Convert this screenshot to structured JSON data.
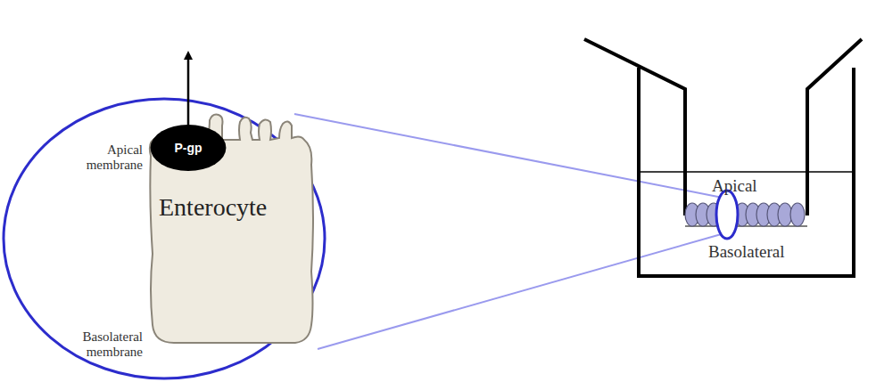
{
  "diagram": {
    "nodes": [
      {
        "text": [
          "P-gp"
        ]
      },
      {
        "text": [
          "Enterocyte"
        ]
      }
    ],
    "labels": [
      "Apical membrane",
      "Basolateral membrane",
      "Apical",
      "Basolateral"
    ]
  }
}
